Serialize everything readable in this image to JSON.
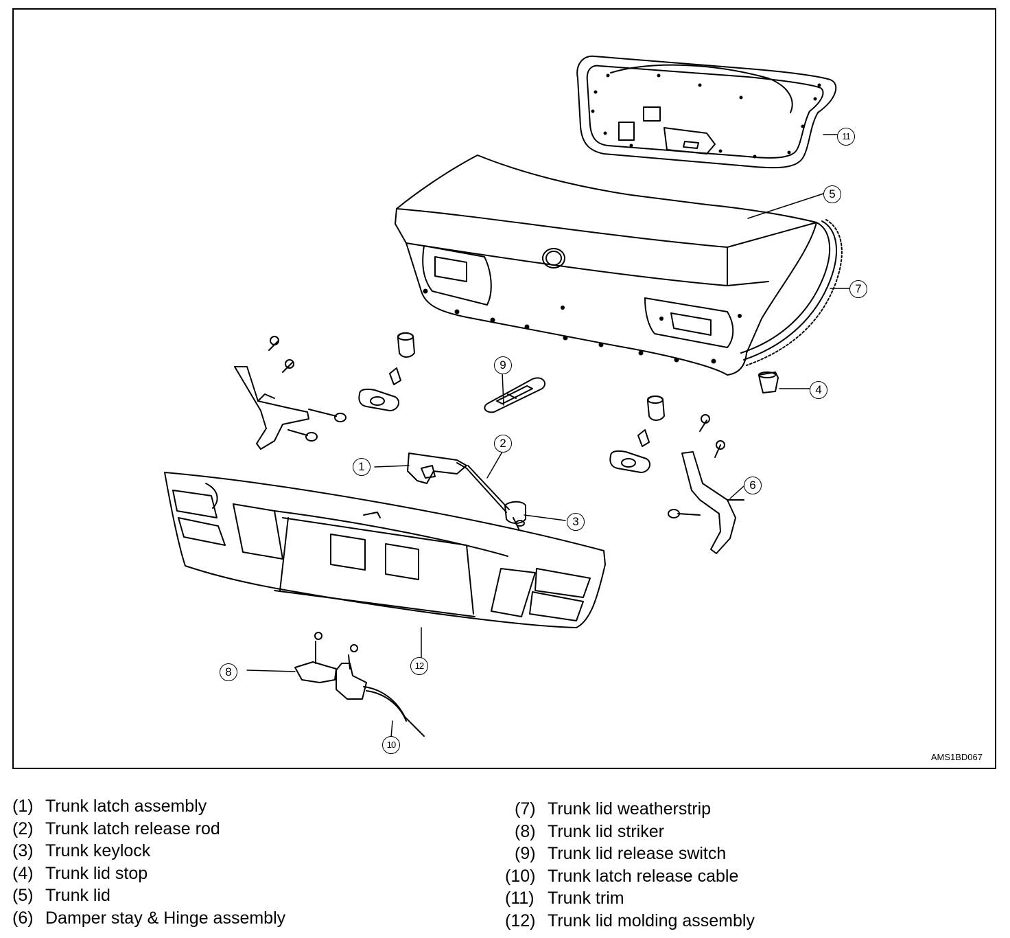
{
  "figure": {
    "code": "AMS1BD067",
    "callouts": {
      "c1": "1",
      "c2": "2",
      "c3": "3",
      "c4": "4",
      "c5": "5",
      "c6": "6",
      "c7": "7",
      "c8": "8",
      "c9": "9",
      "c10": "10",
      "c11": "11",
      "c12": "12"
    }
  },
  "legend": {
    "left": [
      {
        "num": "(1)",
        "label": "Trunk latch assembly"
      },
      {
        "num": "(2)",
        "label": "Trunk latch release rod"
      },
      {
        "num": "(3)",
        "label": "Trunk keylock"
      },
      {
        "num": "(4)",
        "label": "Trunk lid stop"
      },
      {
        "num": "(5)",
        "label": "Trunk lid"
      },
      {
        "num": "(6)",
        "label": "Damper stay & Hinge assembly"
      }
    ],
    "right": [
      {
        "num": "(7)",
        "label": "Trunk lid weatherstrip"
      },
      {
        "num": "(8)",
        "label": "Trunk lid striker"
      },
      {
        "num": "(9)",
        "label": "Trunk lid release switch"
      },
      {
        "num": "(10)",
        "label": "Trunk latch release cable"
      },
      {
        "num": "(11)",
        "label": "Trunk trim"
      },
      {
        "num": "(12)",
        "label": "Trunk lid molding assembly"
      }
    ]
  }
}
